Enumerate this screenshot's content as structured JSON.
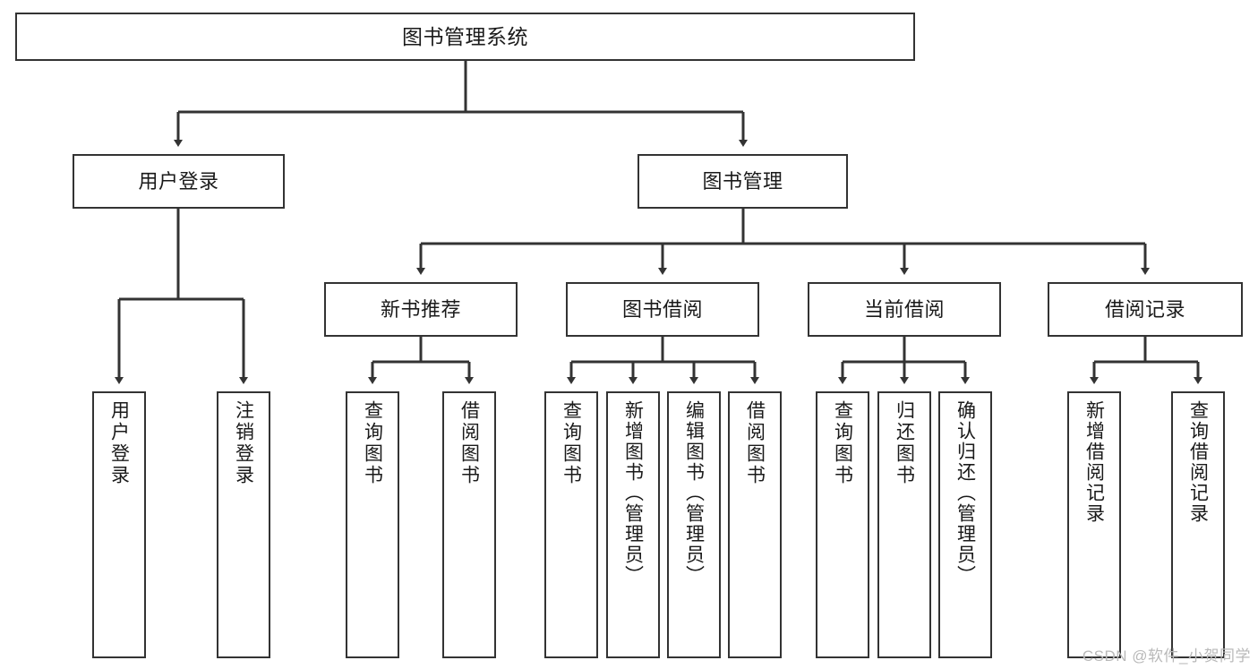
{
  "diagram": {
    "type": "tree-hierarchy",
    "title": "图书管理系统",
    "root": {
      "label": "图书管理系统"
    },
    "level2": [
      {
        "label": "用户登录"
      },
      {
        "label": "图书管理"
      }
    ],
    "level3": [
      {
        "label": "新书推荐"
      },
      {
        "label": "图书借阅"
      },
      {
        "label": "当前借阅"
      },
      {
        "label": "借阅记录"
      }
    ],
    "leaves": {
      "user_login": [
        {
          "label": "用户登录"
        },
        {
          "label": "注销登录"
        }
      ],
      "new_book_recommend": [
        {
          "label": "查询图书"
        },
        {
          "label": "借阅图书"
        }
      ],
      "book_borrow": [
        {
          "label": "查询图书"
        },
        {
          "label": "新增图书（管理员）"
        },
        {
          "label": "编辑图书（管理员）"
        },
        {
          "label": "借阅图书"
        }
      ],
      "current_borrow": [
        {
          "label": "查询图书"
        },
        {
          "label": "归还图书"
        },
        {
          "label": "确认归还（管理员）"
        }
      ],
      "borrow_record": [
        {
          "label": "新增借阅记录"
        },
        {
          "label": "查询借阅记录"
        }
      ]
    }
  },
  "watermark": {
    "text": "CSDN @软件_小贺同学"
  },
  "colors": {
    "border": "#333333",
    "background": "#ffffff",
    "text": "#1a1a1a",
    "watermark": "#b9b9b9"
  }
}
